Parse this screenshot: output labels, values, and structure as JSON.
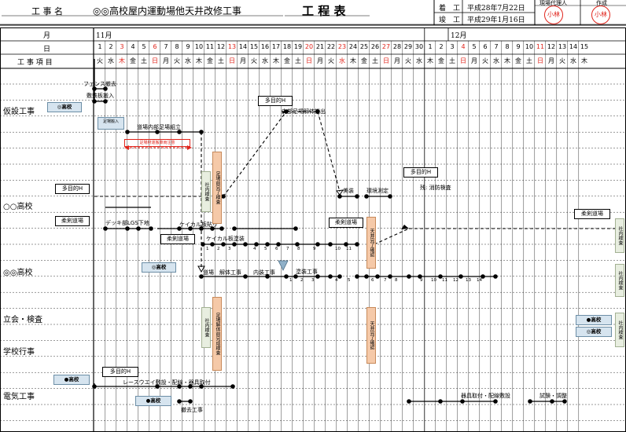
{
  "header": {
    "project_label": "工 事 名",
    "project_name": "◎◎高校屋内運動場他天井改修工事",
    "title": "工 程 表",
    "start_label": "着　工",
    "start_date": "平成28年7月22日",
    "end_label": "竣　工",
    "end_date": "平成29年1月16日",
    "agent_label": "現場代理人",
    "author_label": "作成",
    "agent_stamp": "小林",
    "author_stamp": "小林"
  },
  "calendar": {
    "month_label": "月",
    "day_label": "日",
    "item_label": "工 事 項 目",
    "months": [
      "11月",
      "12月"
    ],
    "days": [
      "1",
      "2",
      "3",
      "4",
      "5",
      "6",
      "7",
      "8",
      "9",
      "10",
      "11",
      "12",
      "13",
      "14",
      "15",
      "16",
      "17",
      "18",
      "19",
      "20",
      "21",
      "22",
      "23",
      "24",
      "25",
      "26",
      "27",
      "28",
      "29",
      "30",
      "1",
      "2",
      "3",
      "4",
      "5",
      "6",
      "7",
      "8",
      "9",
      "10",
      "11",
      "12",
      "13",
      "14",
      "15"
    ],
    "weekdays": [
      "火",
      "水",
      "木",
      "金",
      "土",
      "日",
      "月",
      "火",
      "水",
      "木",
      "金",
      "土",
      "日",
      "月",
      "火",
      "水",
      "木",
      "金",
      "土",
      "日",
      "月",
      "火",
      "水",
      "木",
      "金",
      "土",
      "日",
      "月",
      "火",
      "水",
      "木",
      "金",
      "土",
      "日",
      "月",
      "火",
      "水",
      "木",
      "金",
      "土",
      "日",
      "月",
      "火",
      "水",
      "木"
    ],
    "red_days": [
      2,
      5,
      12,
      19,
      22,
      26,
      33,
      40
    ],
    "colors": {
      "red": "#e0241b",
      "blue_box": "#d6e4ef",
      "orange_box": "#f5c9a8",
      "green_box": "#e8eee0"
    }
  },
  "categories": {
    "temporary": "仮設工事",
    "school_a": "○○高校",
    "school_b": "◎◎高校",
    "inspection": "立会・検査",
    "school_events": "学校行事",
    "electrical": "電気工事"
  },
  "labels": {
    "fence": "フェンス撤去",
    "panel": "敷鉄板搬入",
    "school_b_1": "◎高校",
    "scaffold_in": "足場搬入",
    "scaffold_up": "道場内部足場組立",
    "scaffold_order": "足場材運搬車両注意",
    "multi_h_1": "多目的H",
    "multi_h_dismantle": "内部足場解体搬出",
    "multi_h_2": "多目的H",
    "multi_h_3": "多目的H",
    "paint": "美装",
    "env_measure": "環境測定",
    "fire_insp": "残: 消防検査",
    "judo_hall_1": "柔剣道場",
    "deck": "デッキ部LGS下地",
    "keical_1": "ケイカル板貼り",
    "judo_hall_2": "柔剣道場",
    "keical_2": "ケイカル板塗装",
    "judo_hall_3": "柔剣道場",
    "judo_hall_4": "柔剣道場",
    "school_b_2": "◎高校",
    "dojo": "道場　解体工事",
    "interior": "内装工事",
    "paint_work": "塗装工事",
    "v_scaffold_check": "足場前完了検査",
    "v_company_check_1": "社内検査",
    "v_ceiling_check_1": "天井完了確認",
    "v_company_check_2": "社内検査",
    "v_company_check_3": "社内検査",
    "v_scaffold_done": "足場解体前完成検査",
    "v_company_check_4": "社内検査",
    "v_ceiling_check_2": "天井完了確認",
    "v_company_check_5": "社内検査",
    "school_b_3": "●高校",
    "school_b_4": "◎高校",
    "multi_h_4": "多目的H",
    "school_b_5": "●高校",
    "raceway": "レースウエイ敷設・配線・器具取付",
    "school_b_6": "●高校",
    "removal": "撤去工事",
    "fixtures": "器具取付・配線敷設",
    "adjust": "試験・調整"
  },
  "seq": {
    "keical_nums": [
      "1",
      "2",
      "3",
      "4",
      "5",
      "6",
      "7",
      "8",
      "9",
      "10",
      "11"
    ],
    "paint_nums": [
      "1",
      "2",
      "3",
      "4",
      "5",
      "6",
      "7",
      "8",
      "9",
      "10",
      "11",
      "12",
      "13",
      "14"
    ]
  }
}
